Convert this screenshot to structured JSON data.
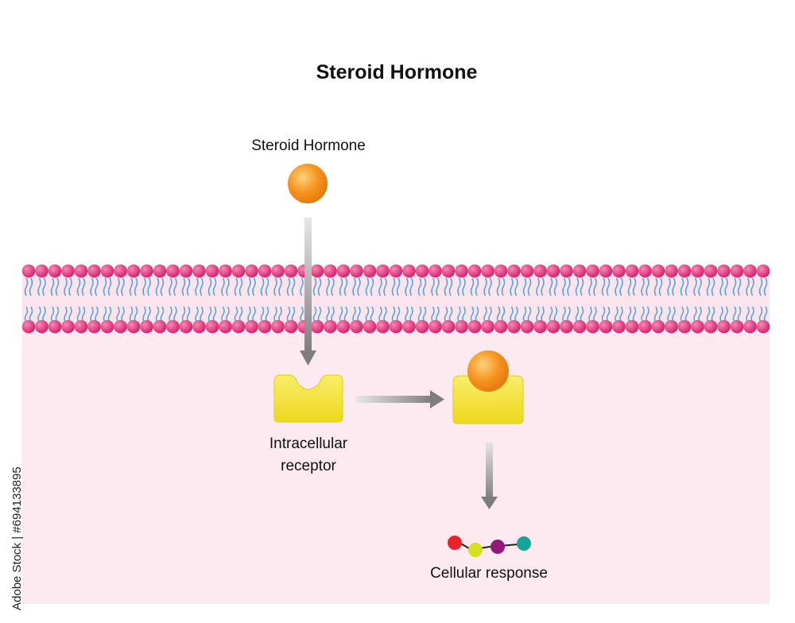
{
  "title": "Steroid Hormone",
  "labels": {
    "hormone": "Steroid Hormone",
    "receptor_line1": "Intracellular",
    "receptor_line2": "receptor",
    "response": "Cellular response"
  },
  "watermark": "Adobe Stock | #694133895",
  "colors": {
    "hormone": "#f6921e",
    "receptor": "#f5e63a",
    "phospholipid_head": "#e6307a",
    "lipid_tail": "#5aa6d6",
    "cytoplasm": "#fdeaf0",
    "arrow": "#8c8c8c",
    "response_beads": [
      "#e8222a",
      "#d7df23",
      "#93197a",
      "#17a398"
    ]
  }
}
